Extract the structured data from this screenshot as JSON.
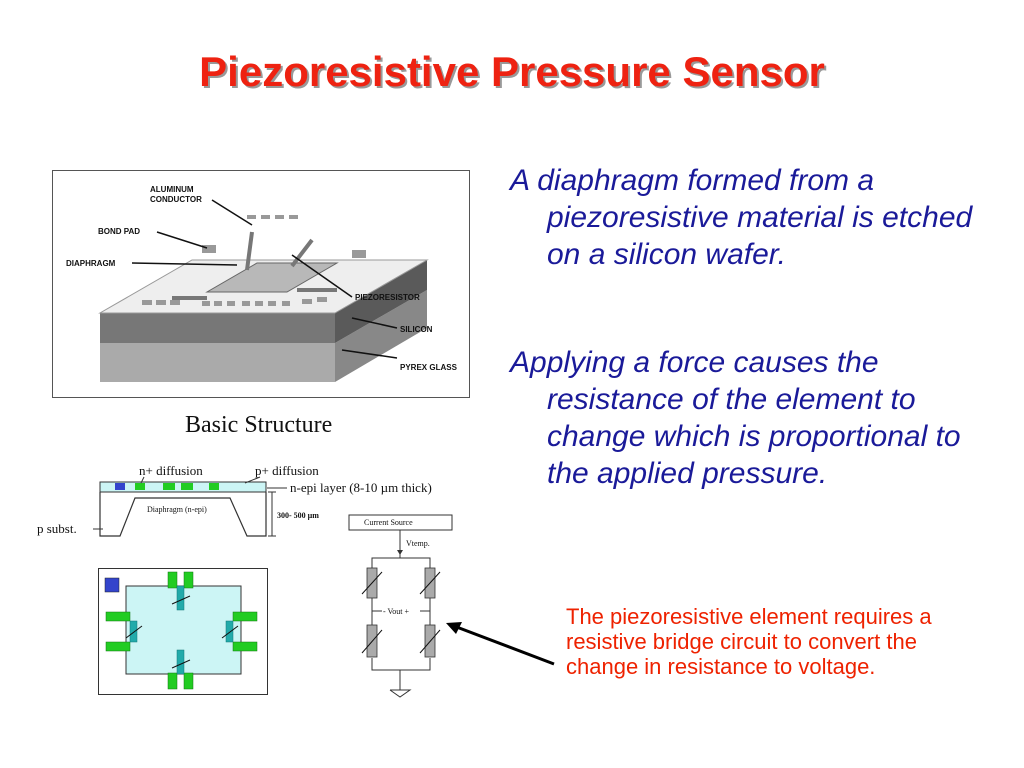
{
  "slide": {
    "title": "Piezoresistive Pressure Sensor",
    "bullets": [
      "A diaphragm formed from a piezoresistive material is etched on a silicon wafer.",
      "Applying a force causes the resistance of the element to change which is proportional to the applied pressure."
    ],
    "callout": "The piezoresistive element requires a resistive bridge circuit to convert the change in resistance to voltage."
  },
  "figure_3d": {
    "caption": "Basic Structure",
    "labels": {
      "aluminum": "ALUMINUM",
      "conductor": "CONDUCTOR",
      "bond_pad": "BOND PAD",
      "diaphragm": "DIAPHRAGM",
      "piezoresistor": "PIEZORESISTOR",
      "silicon": "SILICON",
      "pyrex": "PYREX GLASS"
    }
  },
  "figure_cross_section": {
    "n_diffusion": "n+ diffusion",
    "p_diffusion": "p+ diffusion",
    "n_epi": "n-epi layer (8-10 µm thick)",
    "diaphragm": "Diaphragm (n-epi)",
    "p_subst": "p subst.",
    "thickness": "300- 500 µm"
  },
  "figure_bridge": {
    "current_source": "Current Source",
    "vtemp": "Vtemp.",
    "vout": "- Vout +"
  },
  "colors": {
    "title": "#ee2211",
    "bullet_text": "#1a1a99",
    "callout_text": "#ee2200",
    "diaphragm_fill": "#ccf5f5",
    "pad_green": "#22cc22",
    "marker_blue": "#3344cc"
  }
}
